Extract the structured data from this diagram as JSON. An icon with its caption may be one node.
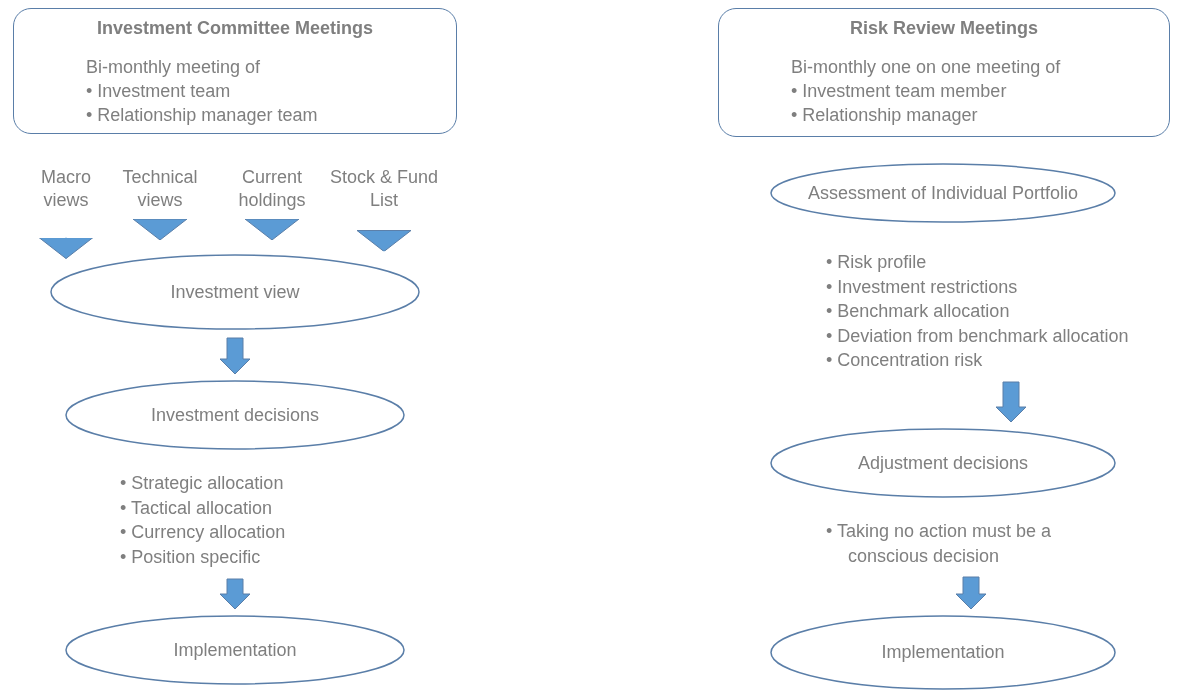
{
  "diagram": {
    "nodes": [
      {
        "text": [
          "Investment Committee Meetings",
          "Bi-monthly meeting of",
          "• Investment team",
          "• Relationship manager team"
        ]
      },
      {
        "text": [
          "Macro views"
        ]
      },
      {
        "text": [
          "Technical views"
        ]
      },
      {
        "text": [
          "Current holdings"
        ]
      },
      {
        "text": [
          "Stock & Fund List"
        ]
      },
      {
        "text": [
          "Investment view"
        ]
      },
      {
        "text": [
          "Investment decisions"
        ]
      },
      {
        "text": [
          "• Strategic allocation",
          "• Tactical allocation",
          "• Currency allocation",
          "• Position specific"
        ]
      },
      {
        "text": [
          "Implementation"
        ]
      },
      {
        "text": [
          "Risk Review Meetings",
          "Bi-monthly one on one meeting of",
          "• Investment team member",
          "• Relationship manager"
        ]
      },
      {
        "text": [
          "Assessment of Individual Portfolio"
        ]
      },
      {
        "text": [
          "• Risk profile",
          "• Investment restrictions",
          "• Benchmark allocation",
          "• Deviation from benchmark allocation",
          "• Concentration risk"
        ]
      },
      {
        "text": [
          "Adjustment decisions"
        ]
      },
      {
        "text": [
          "• Taking no action must be a conscious decision"
        ]
      },
      {
        "text": [
          "Implementation"
        ]
      }
    ],
    "edges": [
      {
        "from": 1,
        "to": 5,
        "arrow": "to"
      },
      {
        "from": 2,
        "to": 5,
        "arrow": "to"
      },
      {
        "from": 3,
        "to": 5,
        "arrow": "to"
      },
      {
        "from": 4,
        "to": 5,
        "arrow": "to"
      },
      {
        "from": 5,
        "to": 6,
        "arrow": "to",
        "style": "thick"
      },
      {
        "from": 7,
        "to": 8,
        "arrow": "to",
        "style": "thick"
      },
      {
        "from": 11,
        "to": 12,
        "arrow": "to",
        "style": "thick"
      },
      {
        "from": 13,
        "to": 14,
        "arrow": "to",
        "style": "thick"
      }
    ]
  }
}
